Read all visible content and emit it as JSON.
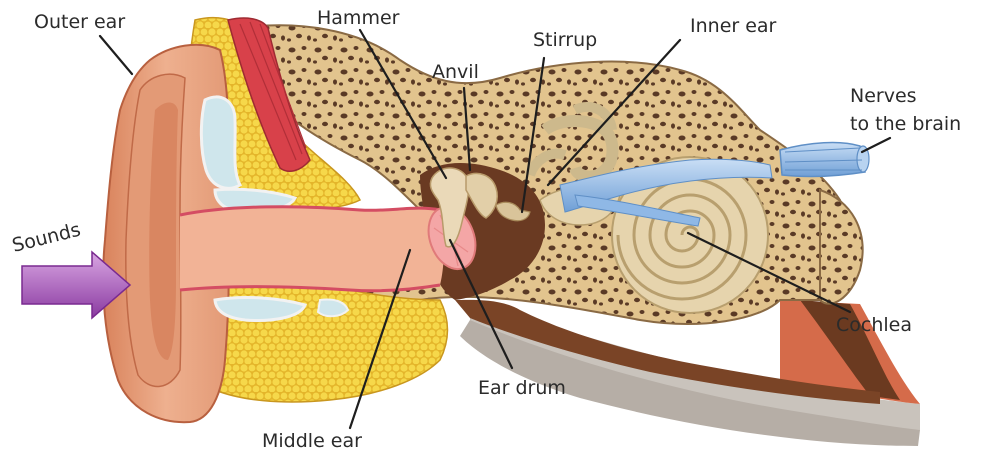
{
  "labels": {
    "outer_ear": "Outer ear",
    "hammer": "Hammer",
    "anvil": "Anvil",
    "stirrup": "Stirrup",
    "inner_ear": "Inner ear",
    "nerves_line1": "Nerves",
    "nerves_line2": "to the brain",
    "sounds": "Sounds",
    "cochlea": "Cochlea",
    "ear_drum": "Ear drum",
    "middle_ear": "Middle ear"
  },
  "colors": {
    "skin": "#e9a47f",
    "skin_dark": "#c9704e",
    "bone": "#e2c48e",
    "bone_dark": "#5a3a26",
    "fat": "#f2d040",
    "cartilage": "#cfe6ec",
    "muscle": "#d8414a",
    "canal": "#f2b396",
    "canal_edge": "#d44d63",
    "eardrum": "#f4a6a6",
    "ossicle": "#e8d7b6",
    "cochlea": "#e6d4ad",
    "nerve": "#8fb8e6",
    "arrow": "#b05bbf"
  }
}
